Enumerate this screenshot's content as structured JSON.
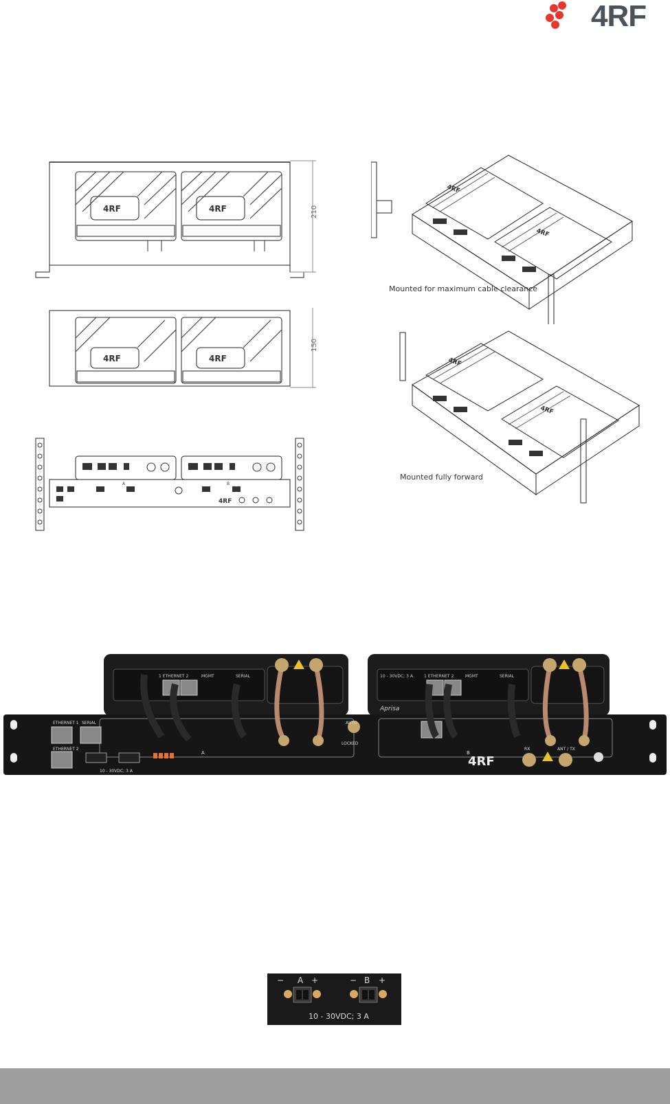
{
  "brand": {
    "logo_text": "4RF"
  },
  "drawings": {
    "front_view_top": {
      "dimension": "210",
      "logo": "4RF"
    },
    "front_view_middle": {
      "dimension": "150",
      "logo": "4RF"
    },
    "front_view_bottom": {
      "labels": [
        "A",
        "B"
      ],
      "logo": "4RF"
    }
  },
  "isometric": {
    "top_caption": "Mounted for maximum cable clearance",
    "bottom_caption": "Mounted fully forward",
    "logo": "4RF"
  },
  "photo": {
    "panel_labels": {
      "ethernet1": "ETHERNET 1",
      "ethernet2": "ETHERNET 2",
      "serial": "SERIAL",
      "power": "10 - 30VDC; 3 A",
      "auto": "AUTO",
      "locked": "LOCKED",
      "a": "A",
      "b": "B",
      "rx": "RX",
      "ant_tx": "ANT / TX",
      "logo": "4RF",
      "unit_ethernet": "1   ETHERNET   2",
      "unit_mgmt": "MGMT",
      "unit_serial": "SERIAL",
      "unit_power": "10 - 30VDC; 3 A",
      "aprisa": "Aprisa"
    }
  },
  "power_connector": {
    "minus_a": "−",
    "label_a": "A",
    "plus_a": "+",
    "minus_b": "−",
    "label_b": "B",
    "plus_b": "+",
    "rating": "10 - 30VDC; 3 A"
  }
}
